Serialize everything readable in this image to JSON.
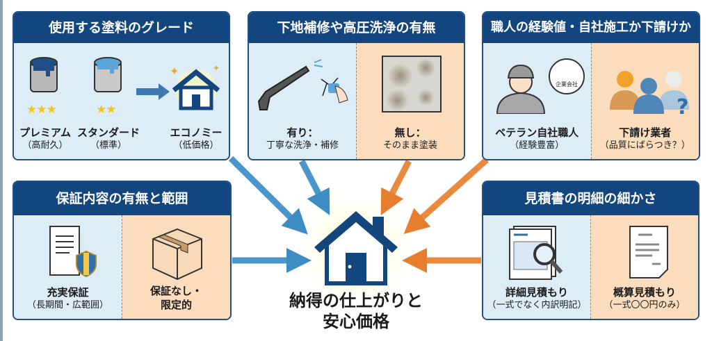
{
  "center": {
    "line1": "納得の仕上がりと",
    "line2": "安心価格"
  },
  "panels": {
    "paint": {
      "title": "使用する塗料のグレード",
      "items": [
        {
          "label": "プレミアム",
          "sub": "（高耐久）",
          "stars": 3
        },
        {
          "label": "スタンダード",
          "sub": "（標準）",
          "stars": 2
        },
        {
          "label": "エコノミー",
          "sub": "（低価格）"
        }
      ]
    },
    "prep": {
      "title": "下地補修や高圧洗浄の有無",
      "yes": {
        "label": "有り：",
        "sub": "丁寧な洗浄・補修"
      },
      "no": {
        "label": "無し：",
        "sub": "そのまま塗装"
      }
    },
    "craft": {
      "title": "職人の経験値・自社施工か下請けか",
      "yes": {
        "label": "ベテラン自社職人",
        "sub": "（経験豊富）",
        "badge": "企業会社"
      },
      "no": {
        "label": "下請け業者",
        "sub": "（品質にばらつき？）"
      }
    },
    "warranty": {
      "title": "保証内容の有無と範囲",
      "yes": {
        "label": "充実保証",
        "sub": "（長期間・広範囲）"
      },
      "no": {
        "label": "保証なし・",
        "sub": "限定的"
      }
    },
    "estimate": {
      "title": "見積書の明細の細かさ",
      "yes": {
        "label": "詳細見積もり",
        "sub": "（一式でなく内訳明記）"
      },
      "no": {
        "label": "概算見積もり",
        "sub": "（一式〇〇円のみ）"
      }
    }
  },
  "colors": {
    "navy": "#13457f",
    "blue_bg": "#dcedf8",
    "orange_bg": "#fbdcbc",
    "blue_arrow": "#3d8cc4",
    "orange_arrow": "#e67e2e"
  }
}
